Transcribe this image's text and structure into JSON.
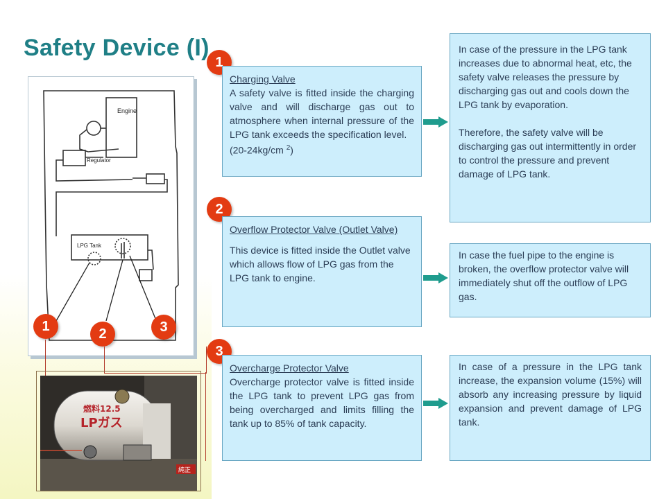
{
  "title": "Safety Device (I)",
  "diagram": {
    "engine_label": "Engine",
    "regulator_label": "Regulator",
    "tank_label": "LPG Tank",
    "callouts": [
      "1",
      "2",
      "3"
    ]
  },
  "sections": [
    {
      "number": "1",
      "heading": "Charging Valve",
      "body": "A safety valve is fitted inside the charging valve and will discharge gas out to atmosphere when internal pressure of the LPG tank exceeds the specification level.",
      "spec": "(20-24kg/cm ",
      "spec_sup": "2",
      "spec_end": ")",
      "detail": "In case of the pressure in the LPG tank increases due to abnormal heat, etc, the safety valve releases the pressure by discharging gas out and cools down the LPG tank by evaporation.",
      "detail2": "Therefore, the safety valve will be discharging gas out intermittently in order to control the pressure and prevent damage of LPG tank."
    },
    {
      "number": "2",
      "heading": "Overflow Protector Valve (Outlet Valve)",
      "body": "This device is fitted inside the Outlet valve which allows flow of LPG gas from the LPG tank to engine.",
      "detail": "In case the fuel pipe to the engine is broken, the overflow protector valve will immediately shut off the outflow of LPG gas."
    },
    {
      "number": "3",
      "heading": "Overcharge Protector Valve",
      "body": "Overcharge protector valve is fitted inside the LPG tank to prevent LPG gas from being overcharged and limits filling the tank up to 85% of tank capacity.",
      "detail": "In case of a pressure in the LPG tank increase, the expansion volume (15%) will absorb any increasing pressure by liquid expansion and prevent damage of LPG tank."
    }
  ],
  "photo": {
    "tank_text_line1": "燃料12.5",
    "tank_text_line2": "LPガス",
    "corner_tag": "純正"
  },
  "colors": {
    "title": "#1f7f86",
    "badge": "#e33b12",
    "box_fill": "#cdeefc",
    "box_border": "#68a6c2",
    "arrow": "#1f9c8e",
    "connector": "#b23a2a"
  }
}
